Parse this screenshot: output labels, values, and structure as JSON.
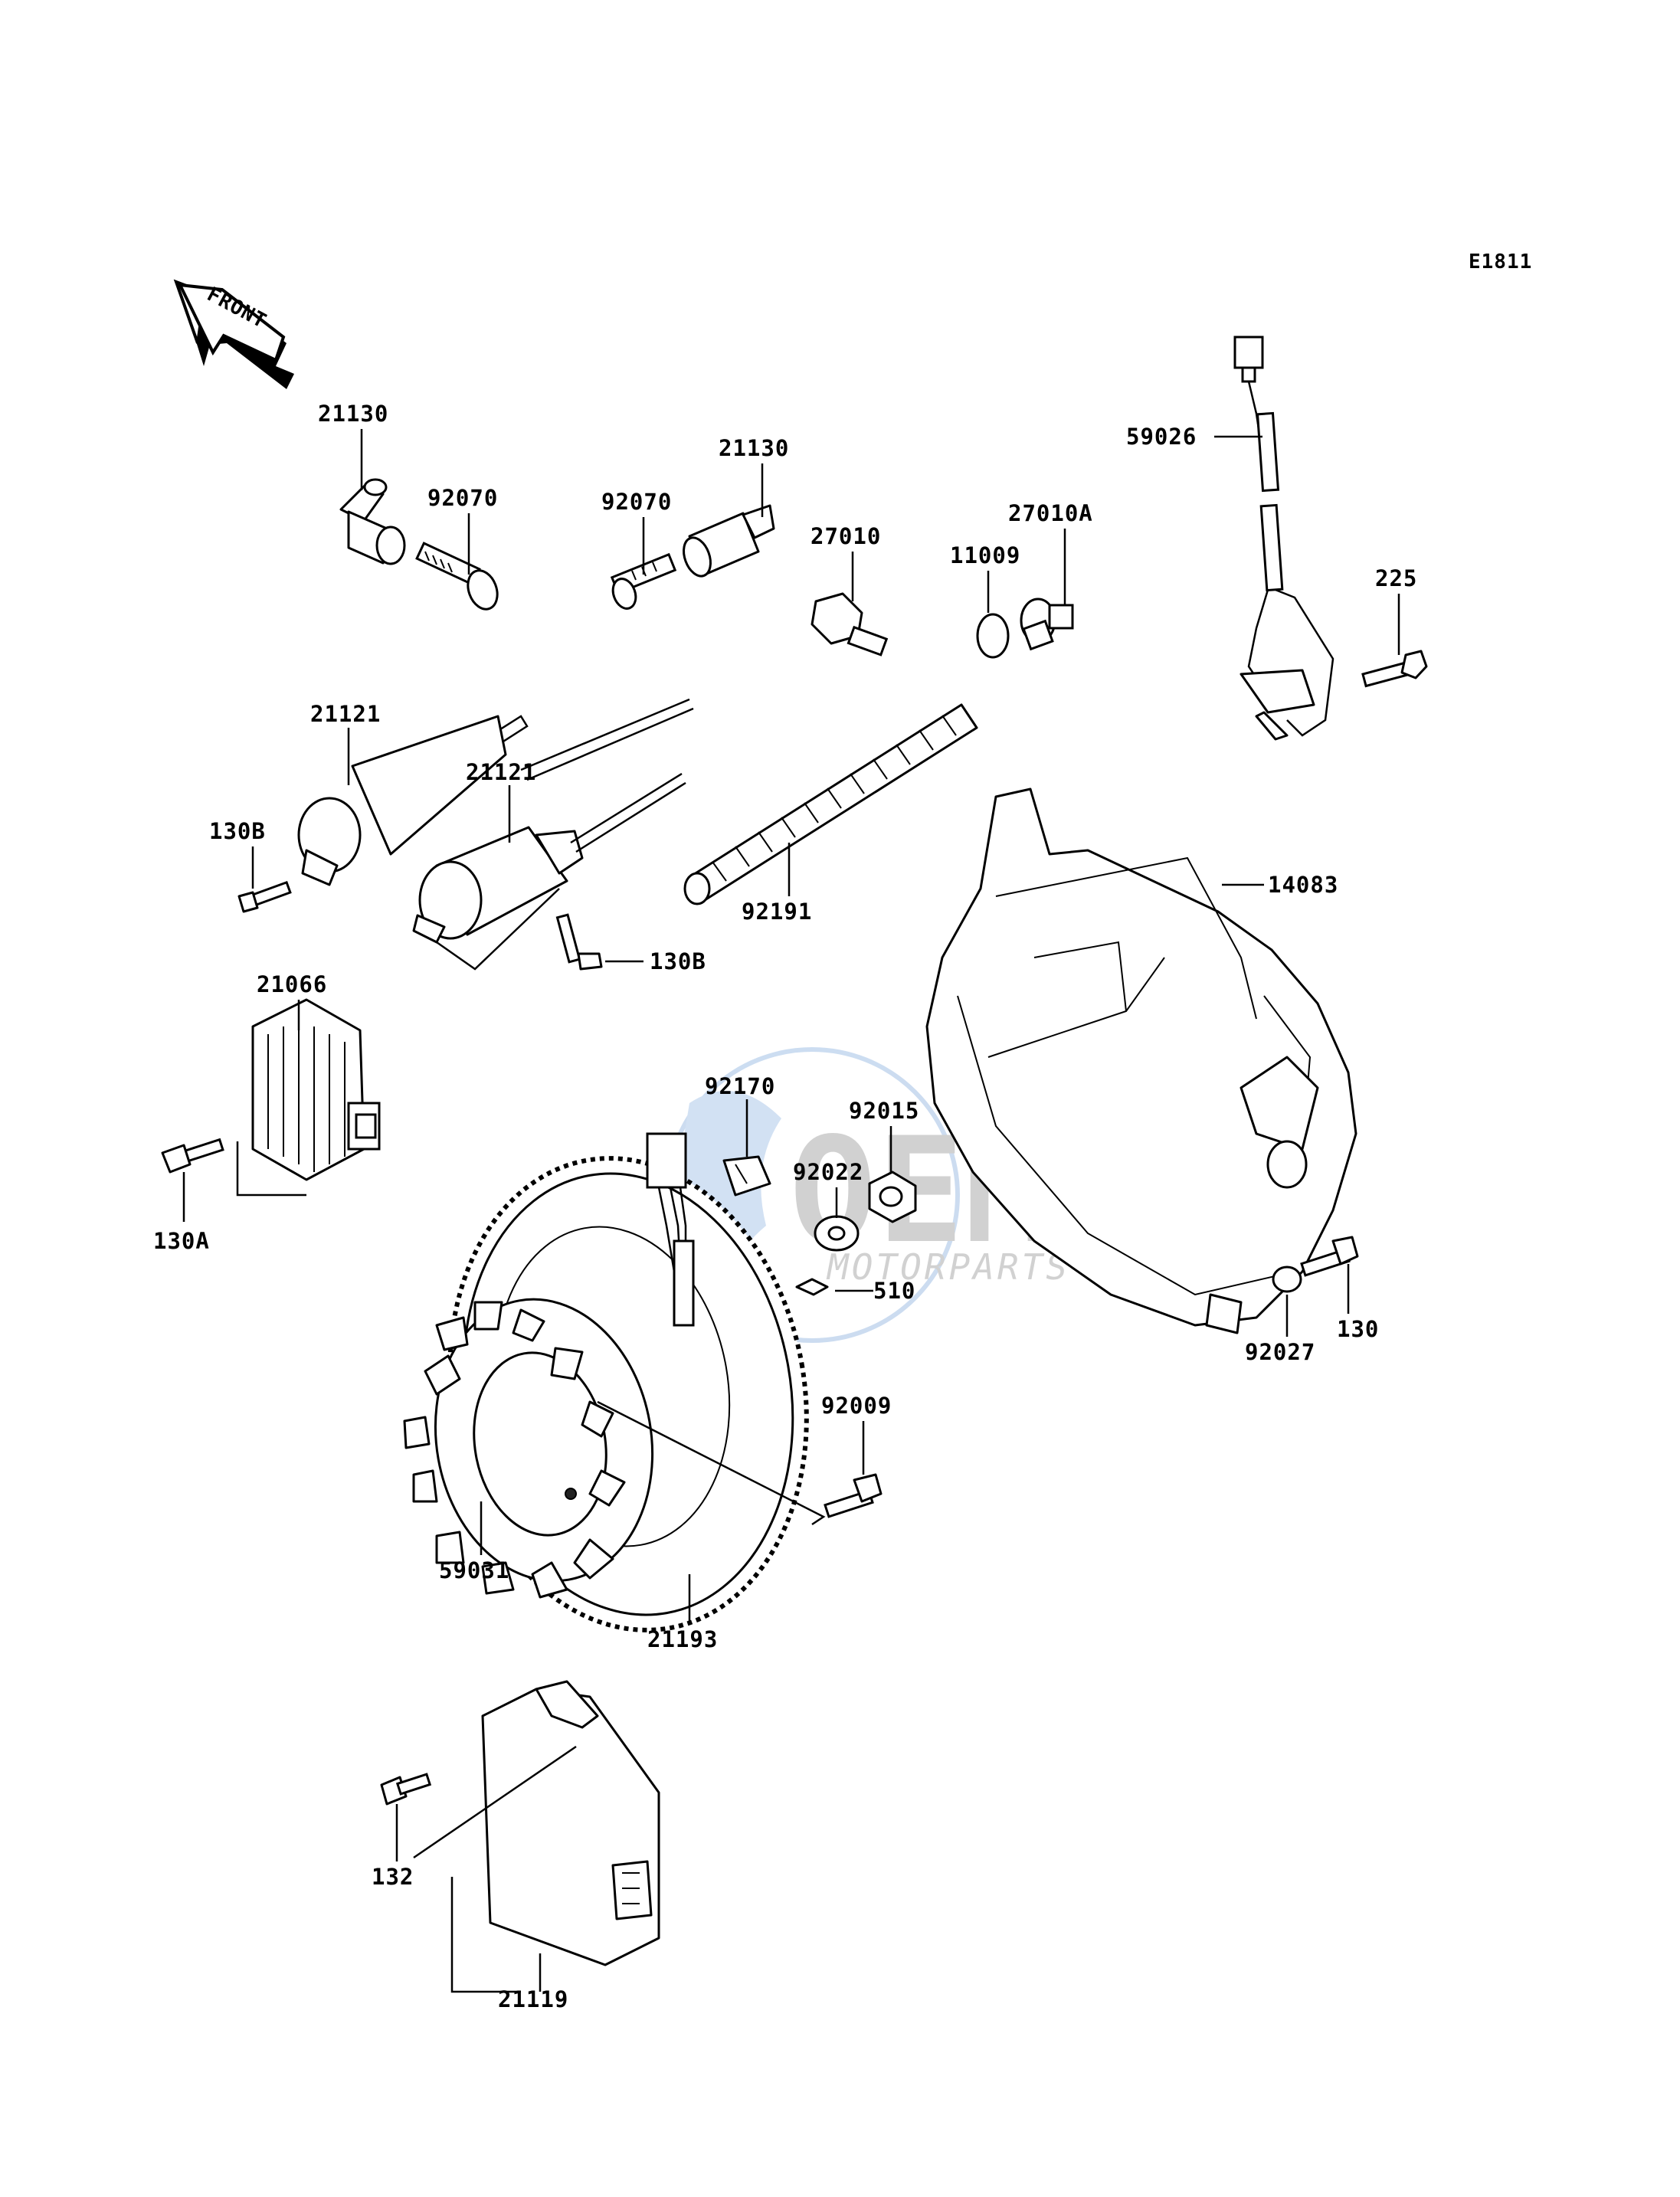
{
  "diagram": {
    "ref_code": "E1811",
    "front_label": "FRONT",
    "watermark": {
      "brand": "OEM",
      "sub": "MOTORPARTS",
      "color": "#2a6ebd"
    },
    "parts": {
      "p21130_left": "21130",
      "p92070_left": "92070",
      "p92070_mid": "92070",
      "p21130_mid": "21130",
      "p27010": "27010",
      "p11009": "11009",
      "p27010A": "27010A",
      "p59026": "59026",
      "p225": "225",
      "p21121_a": "21121",
      "p21121_b": "21121",
      "p130B_a": "130B",
      "p130B_b": "130B",
      "p92191": "92191",
      "p14083": "14083",
      "p21066": "21066",
      "p130A": "130A",
      "p92170": "92170",
      "p92015": "92015",
      "p92022": "92022",
      "p510": "510",
      "p92027": "92027",
      "p130": "130",
      "p92009": "92009",
      "p59031": "59031",
      "p21193": "21193",
      "p132": "132",
      "p21119": "21119"
    }
  }
}
